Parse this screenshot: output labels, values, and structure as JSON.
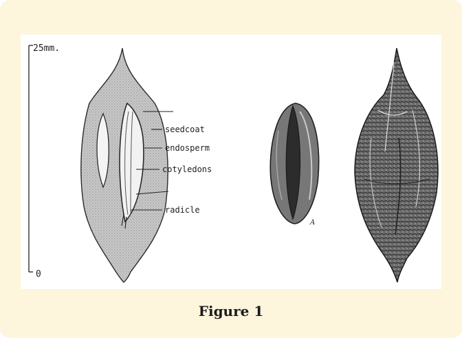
{
  "figure": {
    "caption": "Figure 1",
    "scale": {
      "top_label": "25mm.",
      "bottom_label": "0"
    },
    "labels": [
      "seedcoat",
      "endosperm",
      "cotyledons",
      "radicle"
    ],
    "signature": "A"
  },
  "colors": {
    "card_background": "#fdf5dc",
    "panel_background": "#ffffff",
    "ink": "#1f1f1f"
  }
}
